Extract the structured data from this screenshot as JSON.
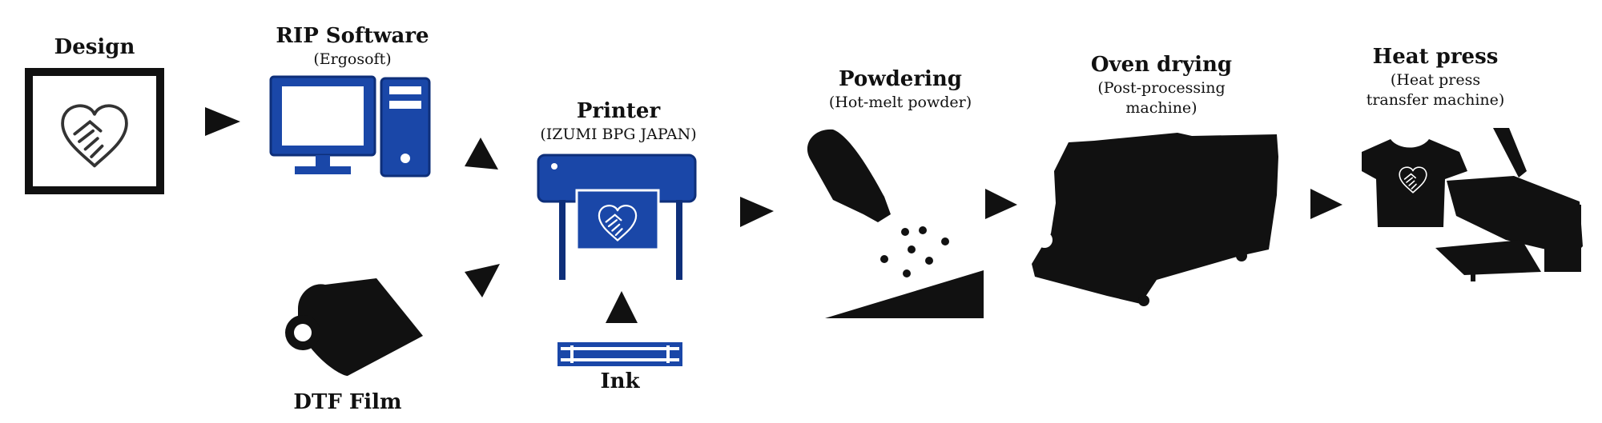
{
  "colors": {
    "blue": "#1a47a8",
    "dark_blue": "#0e2f7a",
    "black": "#111111",
    "white": "#ffffff"
  },
  "steps": {
    "design": {
      "title": "Design"
    },
    "rip": {
      "title": "RIP Software",
      "sub": "(Ergosoft)"
    },
    "printer": {
      "title": "Printer",
      "sub": "(IZUMI BPG JAPAN)"
    },
    "film": {
      "title": "DTF Film"
    },
    "ink": {
      "title": "Ink"
    },
    "powder": {
      "title": "Powdering",
      "sub": "(Hot-melt powder)"
    },
    "oven": {
      "title": "Oven drying",
      "sub1": "(Post-processing",
      "sub2": "machine)"
    },
    "press": {
      "title": "Heat press",
      "sub1": "(Heat press",
      "sub2": "transfer machine)"
    }
  },
  "icons": [
    "heart-handshake-icon",
    "computer-icon",
    "printer-icon",
    "film-roll-icon",
    "ink-cartridge-icon",
    "powder-bottle-icon",
    "oven-machine-icon",
    "tshirt-icon",
    "heat-press-icon",
    "arrow-right-icon"
  ]
}
